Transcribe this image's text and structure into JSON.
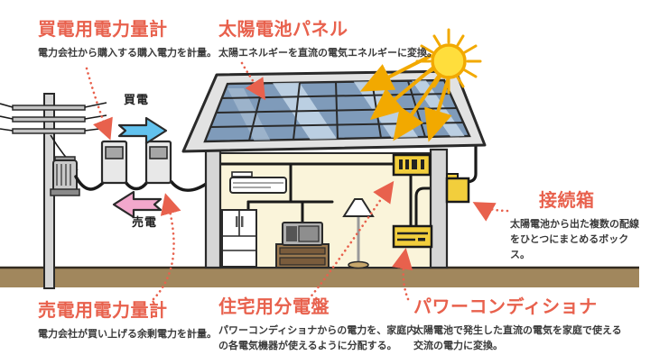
{
  "sections": {
    "buy_meter": {
      "title": "買電用電力量計",
      "desc": "電力会社から購入する購入電力を計量。"
    },
    "solar_panel": {
      "title": "太陽電池パネル",
      "desc": "太陽エネルギーを直流の電気エネルギーに変換。"
    },
    "junction_box": {
      "title": "接続箱",
      "desc": "太陽電池から出た複数の配線をひとつにまとめるボックス。"
    },
    "sell_meter": {
      "title": "売電用電力量計",
      "desc": "電力会社が買い上げる余剰電力を計量。"
    },
    "distribution_board": {
      "title": "住宅用分電盤",
      "desc": "パワーコンディショナからの電力を、家庭内の各電気機器が使えるように分配する。"
    },
    "power_conditioner": {
      "title": "パワーコンディショナ",
      "desc": "太陽電池で発生した直流の電気を家庭で使える交流の電力に変換。"
    }
  },
  "flow_labels": {
    "buy": "買電",
    "sell": "売電"
  },
  "colors": {
    "accent": "#E8614D",
    "buy_arrow": "#62C2EE",
    "sell_arrow": "#F2A8CC",
    "sun": "#FFDE3C",
    "sun_ray": "#F2A900",
    "panel_blue": "#7F9BBA",
    "panel_stripe": "#C6D8E9",
    "equipment_yellow": "#F2CE3C",
    "wall_cream": "#FAF4DA",
    "wall_gray": "#D6D6D6",
    "ground_brown": "#A1875D"
  }
}
